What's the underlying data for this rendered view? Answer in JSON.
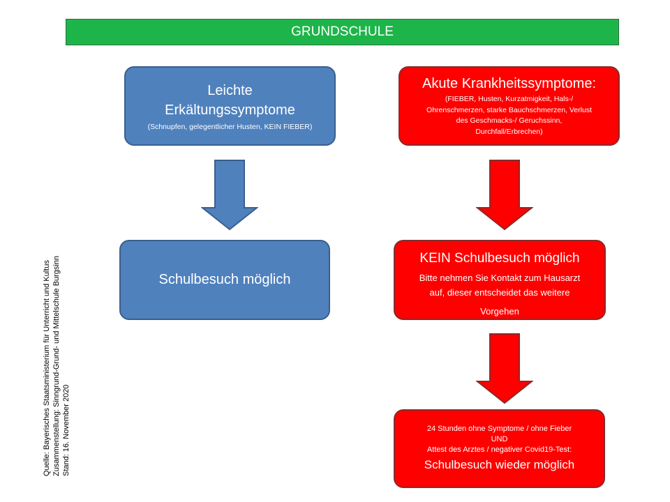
{
  "header": {
    "title": "GRUNDSCHULE"
  },
  "mild": {
    "title_line1": "Leichte",
    "title_line2": "Erkältungssymptome",
    "details": "(Schnupfen, gelegentlicher Husten, KEIN FIEBER)"
  },
  "acute": {
    "title": "Akute Krankheitssymptome:",
    "details_lines": [
      "(FIEBER, Husten, Kurzatmigkeit, Hals-/",
      "Ohrenschmerzen, starke Bauchschmerzen, Verlust",
      "des Geschmacks-/ Geruchssinn,",
      "Durchfall/Erbrechen)"
    ]
  },
  "school_ok": {
    "label": "Schulbesuch möglich"
  },
  "no_school": {
    "title": "KEIN Schulbesuch möglich",
    "line1": "Bitte nehmen Sie Kontakt zum Hausarzt",
    "line2": "auf, dieser entscheidet das weitere",
    "line3": "Vorgehen"
  },
  "return": {
    "line1": "24 Stunden ohne Symptome / ohne Fieber",
    "line2": "UND",
    "line3": "Attest des Arztes / negativer Covid19-Test:",
    "result": "Schulbesuch wieder möglich"
  },
  "source": {
    "line1": "Quelle: Bayerisches Staatsministerium für Unterricht und Kultus",
    "line2": "Zusammenstellung: Sinngrund-Grund- und Mittelschule Burgsinn",
    "line3": "Stand: 16. November 2020"
  },
  "colors": {
    "header_green": "#1db54a",
    "blue": "#4f81bd",
    "red": "#ff0000"
  }
}
